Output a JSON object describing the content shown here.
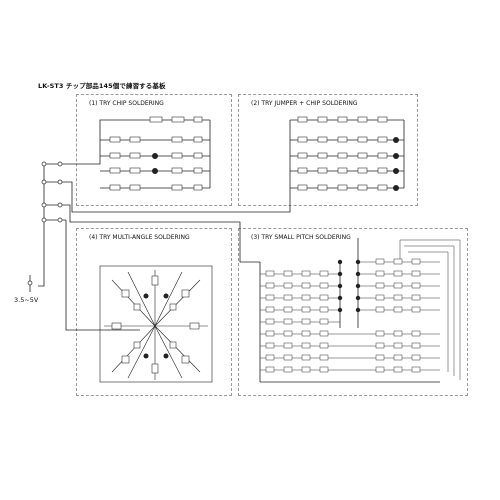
{
  "header": {
    "title": "LK-ST3 チップ部品145個で練習する基板"
  },
  "sections": {
    "s1": {
      "title": "(1) TRY CHIP SOLDERING"
    },
    "s2": {
      "title": "(2) TRY JUMPER + CHIP SOLDERING"
    },
    "s3": {
      "title": "(3) TRY SMALL PITCH SOLDERING"
    },
    "s4": {
      "title": "(4) TRY MULTI-ANGLE SOLDERING"
    }
  },
  "power": {
    "voltage": "3.5~5V"
  }
}
